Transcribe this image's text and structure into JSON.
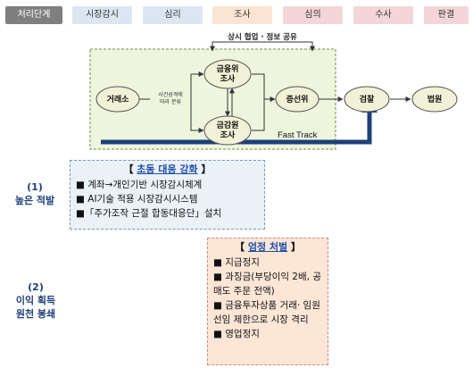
{
  "stages": [
    "처리단계",
    "시장감시",
    "심리",
    "조사",
    "심의",
    "수사",
    "판결"
  ],
  "diagram": {
    "cooperation": "상시 협업 · 정보 공유",
    "nodes": {
      "exchange": "거래소",
      "fsc": [
        "금융위",
        "조사"
      ],
      "fss": [
        "금감원",
        "조사"
      ],
      "sfc": "증선위",
      "prosecution": "검찰",
      "court": "법원"
    },
    "case_note": [
      "사건성격에",
      "따라 분류"
    ],
    "fast_track": "Fast Track"
  },
  "section1": {
    "number": "(1)",
    "label": "높은 적발",
    "title_left": "【 ",
    "title_hl": "초동 대응 강화",
    "title_right": " 】",
    "items": [
      "■ 계좌→개인기반 시장감시체계",
      "■ AI기술 적용 시장감시시스템",
      "■「주가조작 근절 합동대응단」설치"
    ]
  },
  "section2": {
    "number": "(2)",
    "label_line1": "이익 획득",
    "label_line2": "원천 봉쇄",
    "title_left": "【 ",
    "title_hl": "엄정 처벌",
    "title_right": " 】",
    "items": [
      "■ 지급정지",
      "■ 과징금(부당이익 2배, 공매도 주문 전액)",
      "■ 금융투자상품 거래· 임원선임 제한으로 시장 격리",
      "■ 영업정지"
    ]
  },
  "colors": {
    "dashed_region": "#eef5dc",
    "node_fill": "#f0f1d6",
    "arrow_blue": "#1f3f7a",
    "section_blue": "#1f3f7a"
  }
}
